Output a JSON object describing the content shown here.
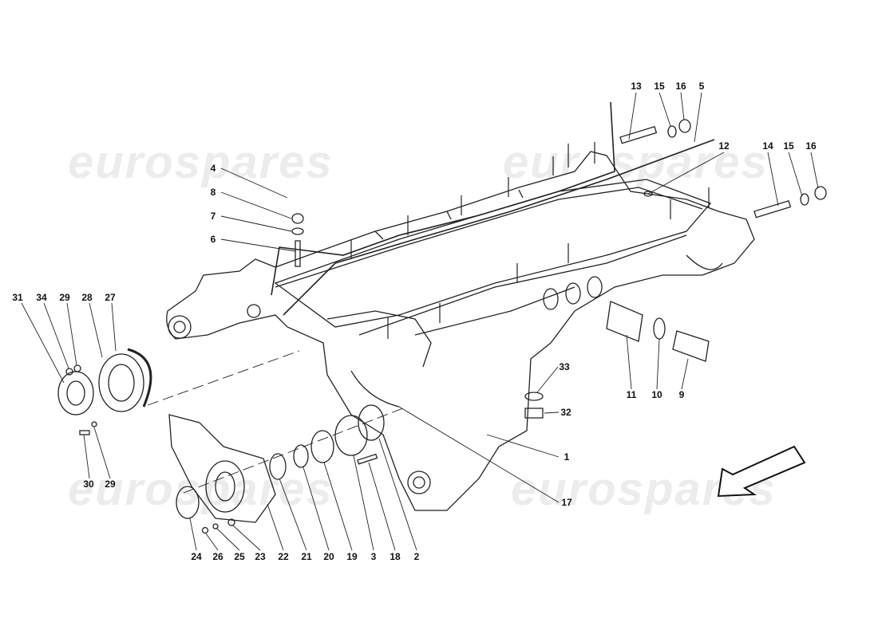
{
  "watermark": "eurospares",
  "direction_arrow": "front-direction-arrow",
  "callouts": {
    "c13": "13",
    "c15a": "15",
    "c16a": "16",
    "c5": "5",
    "c12": "12",
    "c14": "14",
    "c15b": "15",
    "c16b": "16",
    "c4": "4",
    "c8": "8",
    "c7": "7",
    "c6": "6",
    "c31": "31",
    "c34": "34",
    "c29a": "29",
    "c28": "28",
    "c27": "27",
    "c30": "30",
    "c29b": "29",
    "c33": "33",
    "c32": "32",
    "c11": "11",
    "c10": "10",
    "c9": "9",
    "c1": "1",
    "c17": "17",
    "c24": "24",
    "c26": "26",
    "c25": "25",
    "c23": "23",
    "c22": "22",
    "c21": "21",
    "c20": "20",
    "c19": "19",
    "c3": "3",
    "c18": "18",
    "c2": "2"
  }
}
